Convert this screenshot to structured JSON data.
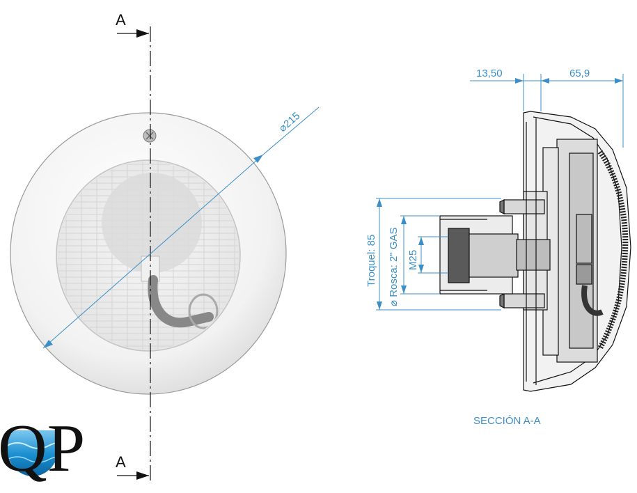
{
  "section_marks": {
    "top": "A",
    "bottom": "A"
  },
  "front_view": {
    "diameter_label": "⌀215"
  },
  "section_view": {
    "dim_left": "13,50",
    "dim_right": "65,9",
    "troquel": "Troquel: 85",
    "rosca": "⌀ Rosca: 2\" GAS",
    "m25": "M25",
    "caption": "SECCIÓN A-A"
  },
  "logo": {
    "text": "QP"
  },
  "colors": {
    "dimension": "#3b8fc6",
    "line": "#111111",
    "shell": "#f4f4f4"
  }
}
